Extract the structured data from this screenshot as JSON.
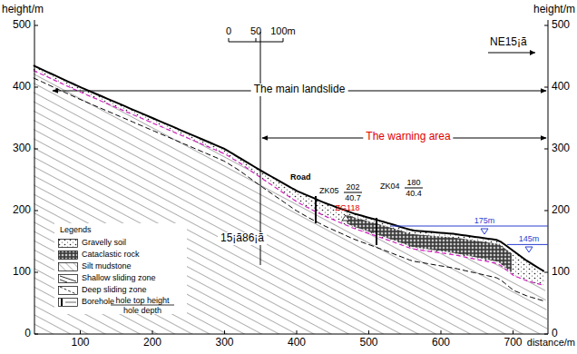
{
  "diagram": {
    "labels": [
      "height/m",
      "height/m",
      "500",
      "400",
      "300",
      "200",
      "100",
      "0",
      "500",
      "400",
      "300",
      "200",
      "100",
      "0",
      "100",
      "200",
      "300",
      "400",
      "500",
      "600",
      "700",
      "distance/m",
      "0",
      "50",
      "100m",
      "NE15¡ã",
      "The main landslide",
      "The warning area",
      "Road",
      "ZK05",
      "202",
      "40.7",
      "ZK04",
      "180",
      "40.4",
      "ZG118",
      "175m",
      "145m",
      "15¡ã86¡ã",
      "Legends",
      "hole top height",
      "hole depth"
    ],
    "legend": [
      {
        "text": "Gravelly soil"
      },
      {
        "text": "Cataclastic rock"
      },
      {
        "text": "Silt mudstone"
      },
      {
        "text": "Shallow sliding zone"
      },
      {
        "text": "Deep sliding zone"
      },
      {
        "text": "Borehole"
      }
    ]
  }
}
